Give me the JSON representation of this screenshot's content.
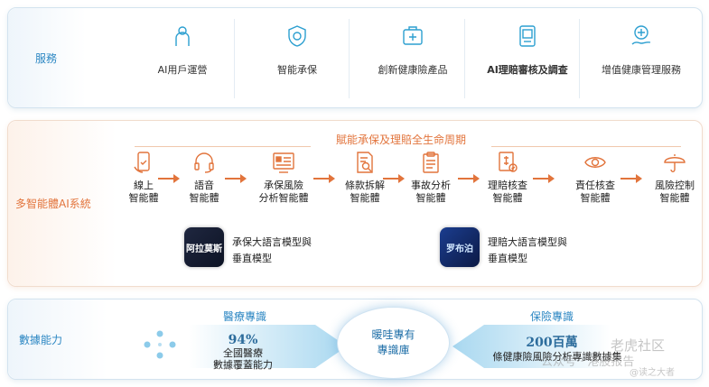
{
  "services": {
    "label": "服務",
    "items": [
      {
        "label": "AI用戶運營",
        "icon": "person-icon"
      },
      {
        "label": "智能承保",
        "icon": "shield-check-icon"
      },
      {
        "label": "創新健康險產品",
        "icon": "medical-cross-icon"
      },
      {
        "label": "AI理賠審核及調查",
        "icon": "claim-document-icon"
      },
      {
        "label": "增值健康管理服務",
        "icon": "health-care-hand-icon"
      }
    ]
  },
  "ai": {
    "label": "多智能體AI系統",
    "title": "賦能承保及理賠全生命周期",
    "agents": [
      {
        "line1": "線上",
        "line2": "智能體",
        "icon": "mobile-hand-icon"
      },
      {
        "line1": "語音",
        "line2": "智能體",
        "icon": "headset-icon"
      },
      {
        "line1": "承保風險",
        "line2": "分析智能體",
        "icon": "risk-analysis-icon"
      },
      {
        "line1": "條款拆解",
        "line2": "智能體",
        "icon": "document-search-icon"
      },
      {
        "line1": "事故分析",
        "line2": "智能體",
        "icon": "clipboard-icon"
      },
      {
        "line1": "理賠核查",
        "line2": "智能體",
        "icon": "claim-check-icon"
      },
      {
        "line1": "責任核查",
        "line2": "智能體",
        "icon": "eye-icon"
      },
      {
        "line1": "風險控制",
        "line2": "智能體",
        "icon": "umbrella-icon"
      }
    ],
    "models": [
      {
        "logo": "阿拉莫斯",
        "line1": "承保大語言模型與",
        "line2": "垂直模型"
      },
      {
        "logo": "罗布泊",
        "line1": "理賠大語言模型與",
        "line2": "垂直模型"
      }
    ]
  },
  "data": {
    "label": "數據能力",
    "medical": {
      "title": "醫療專識",
      "value": "94%",
      "line1": "全國醫療",
      "line2": "數據覆蓋能力"
    },
    "insurance": {
      "title": "保險專識",
      "value": "200百萬",
      "line1": "條健康險風險分析專識數據集"
    },
    "core": {
      "line1": "暖哇專有",
      "line2": "專識庫"
    }
  },
  "watermarks": [
    "老虎社区",
    "公众号 · 港股报告",
    "@读之大者"
  ],
  "colors": {
    "blue": "#2c87c3",
    "orange": "#e2743c"
  }
}
